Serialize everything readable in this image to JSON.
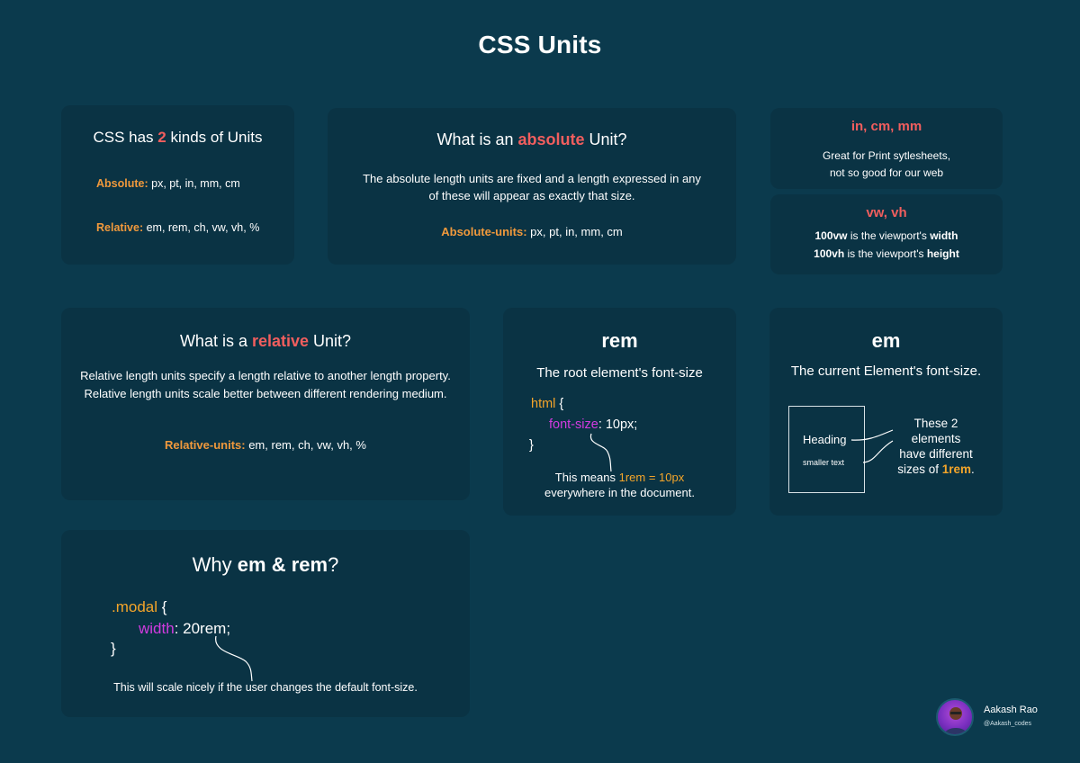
{
  "page": {
    "title": "CSS Units"
  },
  "kinds": {
    "heading_pre": "CSS has ",
    "heading_num": "2",
    "heading_post": " kinds of Units",
    "absolute_label": "Absolute:",
    "absolute_values": " px, pt, in, mm, cm",
    "relative_label": "Relative:",
    "relative_values": " em, rem, ch, vw, vh, %"
  },
  "absolute": {
    "heading_pre": "What is an ",
    "heading_key": "absolute",
    "heading_post": " Unit?",
    "desc_line1": "The absolute length units are fixed and a length expressed in any",
    "desc_line2": "of these will appear as exactly that size.",
    "units_label": "Absolute-units:",
    "units_values": " px, pt, in, mm, cm"
  },
  "print": {
    "heading": "in, cm, mm",
    "line1": "Great for Print sytlesheets,",
    "line2": "not so good for our web"
  },
  "viewport": {
    "heading": "vw, vh",
    "vw_value": "100vw",
    "vw_text": " is the viewport's ",
    "vw_key": "width",
    "vh_value": "100vh",
    "vh_text": " is the viewport's ",
    "vh_key": "height"
  },
  "relative": {
    "heading_pre": "What is a ",
    "heading_key": "relative",
    "heading_post": " Unit?",
    "desc_line1": "Relative length units specify a length relative to another length property.",
    "desc_line2": "Relative length units scale better between different rendering medium.",
    "units_label": "Relative-units:",
    "units_values": " em, rem, ch, vw, vh, %"
  },
  "rem": {
    "heading": "rem",
    "sub": "The root element's font-size",
    "code_selector": "html",
    "code_open": " {",
    "code_prop": "font-size",
    "code_value": ": 10px;",
    "code_close": "}",
    "note_pre": "This means ",
    "note_key": "1rem = 10px",
    "note_line2": "everywhere in the document."
  },
  "em": {
    "heading": "em",
    "sub": "The current Element's font-size.",
    "box_heading": "Heading",
    "box_small": "smaller text",
    "note_line1": "These 2",
    "note_line2": "elements",
    "note_line3": "have different",
    "note_line4_pre": "sizes of ",
    "note_line4_key": "1rem",
    "note_line4_post": "."
  },
  "why": {
    "heading_pre": "Why ",
    "heading_key": "em & rem",
    "heading_post": "?",
    "code_selector": ".modal",
    "code_open": " {",
    "code_prop": "width",
    "code_value": ": 20rem;",
    "code_close": "}",
    "note": "This will scale nicely if the user changes the default font-size."
  },
  "author": {
    "name": "Aakash Rao",
    "handle": "@Aakash_codes"
  }
}
